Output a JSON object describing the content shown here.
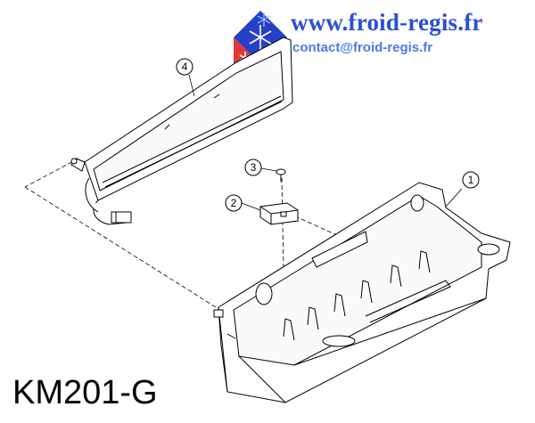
{
  "header": {
    "website": "www.froid-regis.fr",
    "contact": "contact@froid-regis.fr"
  },
  "footer": {
    "model_code": "KM201-G"
  },
  "callouts": [
    {
      "number": "1"
    },
    {
      "number": "2"
    },
    {
      "number": "3"
    },
    {
      "number": "4"
    }
  ],
  "colors": {
    "brand_blue": "#2a4fd6",
    "contact_blue": "#4a7ae8",
    "line": "#000000"
  },
  "icons": {
    "logo": "snowflake-diamond-logo"
  }
}
